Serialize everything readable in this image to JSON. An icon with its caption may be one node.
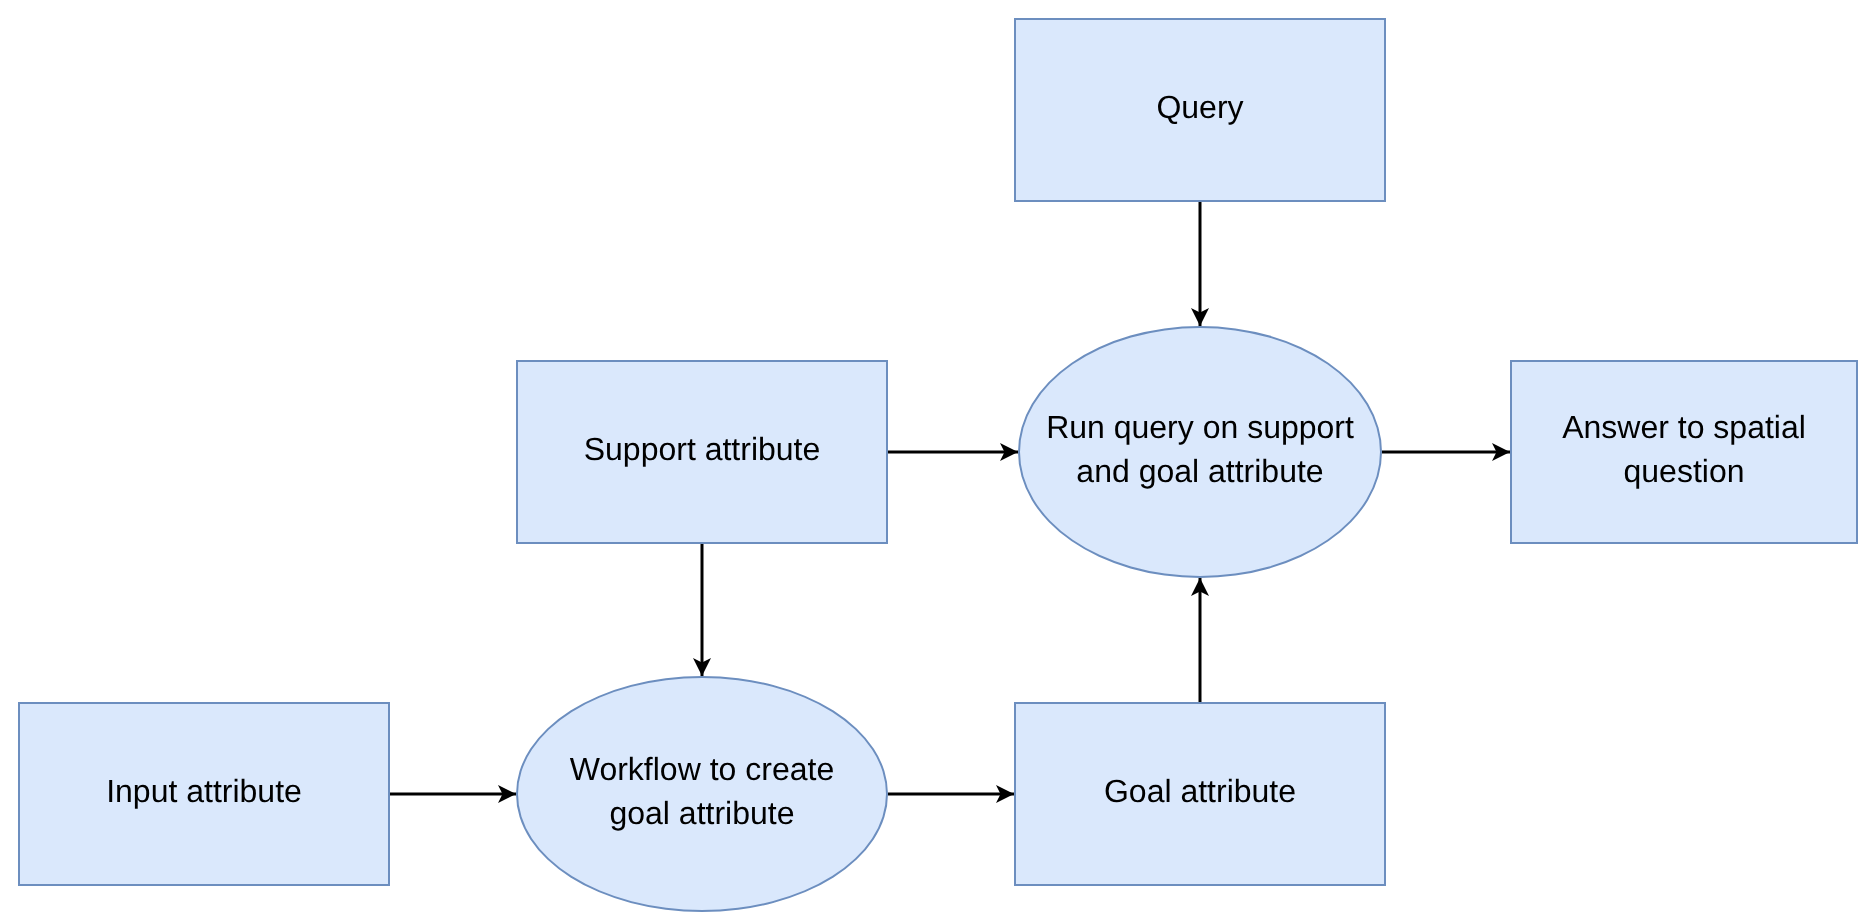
{
  "diagram": {
    "nodes": [
      {
        "text": [
          "Query"
        ]
      },
      {
        "text": [
          "Support attribute"
        ]
      },
      {
        "text": [
          "Run query on support and goal attribute"
        ]
      },
      {
        "text": [
          "Answer to spatial question"
        ]
      },
      {
        "text": [
          "Input attribute"
        ]
      },
      {
        "text": [
          "Workflow to create goal attribute"
        ]
      },
      {
        "text": [
          "Goal attribute"
        ]
      }
    ],
    "edges": [
      {
        "from": 0,
        "to": 2,
        "arrow": "to"
      },
      {
        "from": 1,
        "to": 2,
        "arrow": "to"
      },
      {
        "from": 2,
        "to": 3,
        "arrow": "to"
      },
      {
        "from": 1,
        "to": 5,
        "arrow": "to"
      },
      {
        "from": 4,
        "to": 5,
        "arrow": "to"
      },
      {
        "from": 5,
        "to": 6,
        "arrow": "to"
      },
      {
        "from": 6,
        "to": 2,
        "arrow": "to"
      }
    ]
  }
}
